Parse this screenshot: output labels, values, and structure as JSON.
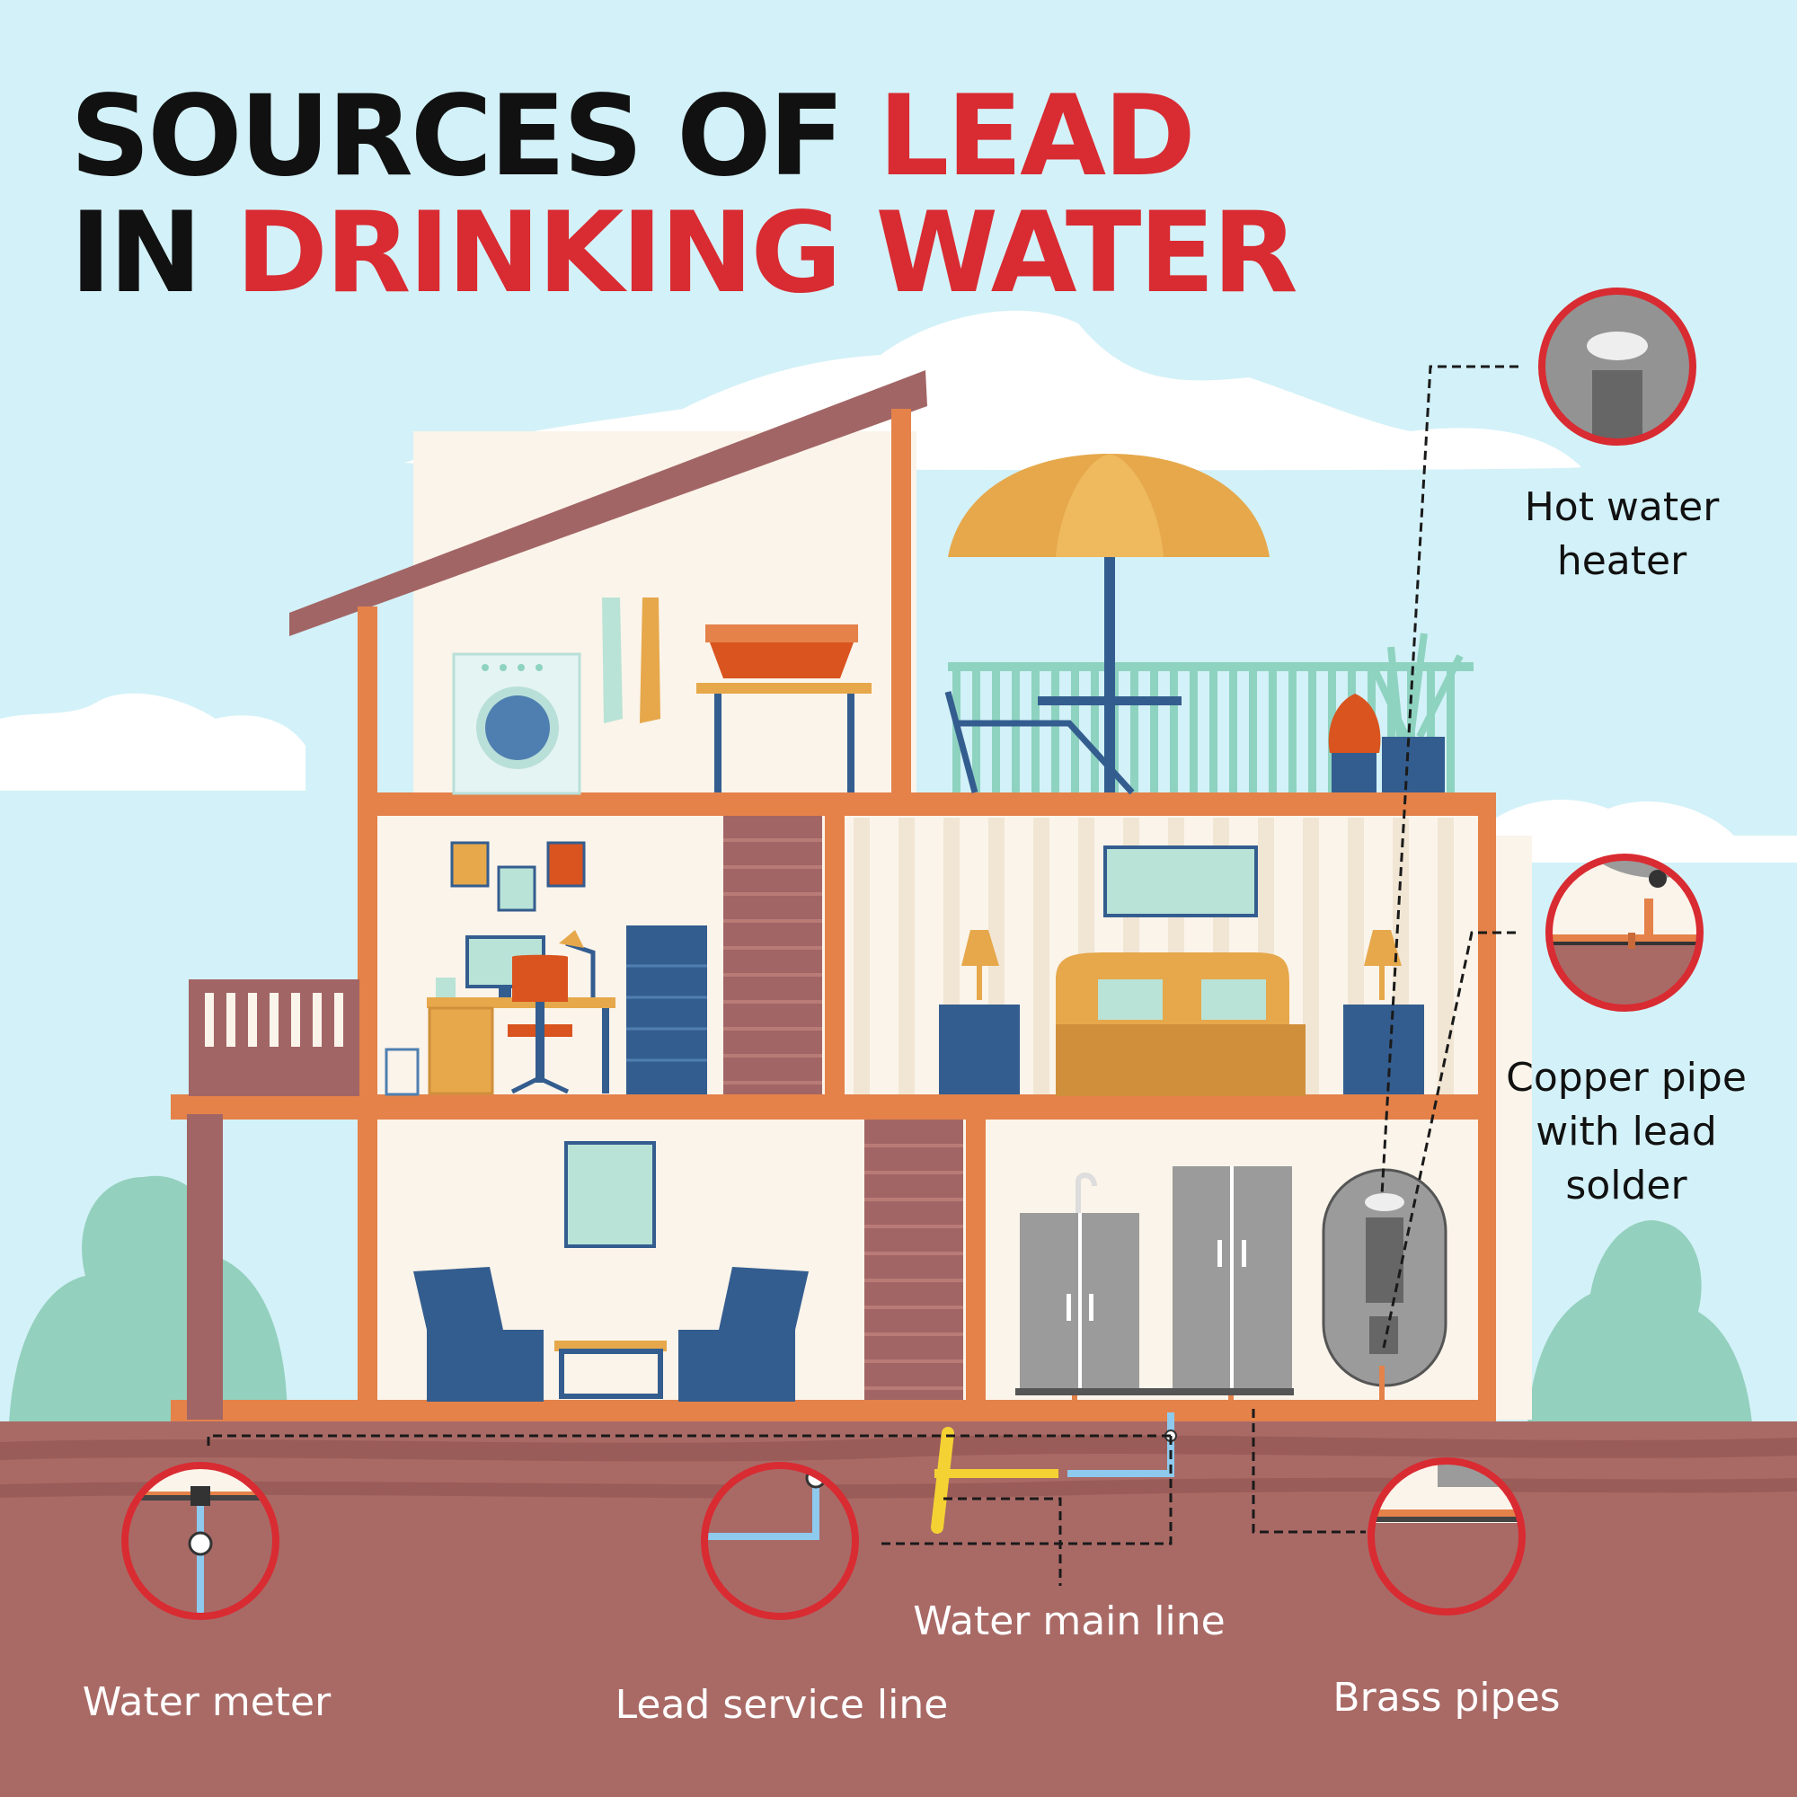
{
  "title": {
    "line1": {
      "dark": "SOURCES OF ",
      "accent": "LEAD"
    },
    "line2": {
      "dark": "IN ",
      "accent": "DRINKING WATER"
    }
  },
  "labels": {
    "hot_water_heater": [
      "Hot water",
      "heater"
    ],
    "copper_pipe": [
      "Copper pipe",
      "with lead",
      "solder"
    ],
    "water_main_line": "Water main line",
    "water_meter": "Water meter",
    "lead_service_line": "Lead service line",
    "brass_pipes": "Brass pipes"
  },
  "colors": {
    "sky": "#d3f1f8",
    "ground": "#a96a66",
    "accent_red": "#d92b32",
    "house_frame": "#e4824a",
    "roof": "#a26565",
    "wall": "#fbf4ea",
    "furniture_blue": "#345d8f",
    "appliance_gray": "#9b9b9b",
    "bush_green": "#93d0bd",
    "lead_pipe_yellow": "#f4d234",
    "water_pipe_blue": "#8ec9ee"
  }
}
